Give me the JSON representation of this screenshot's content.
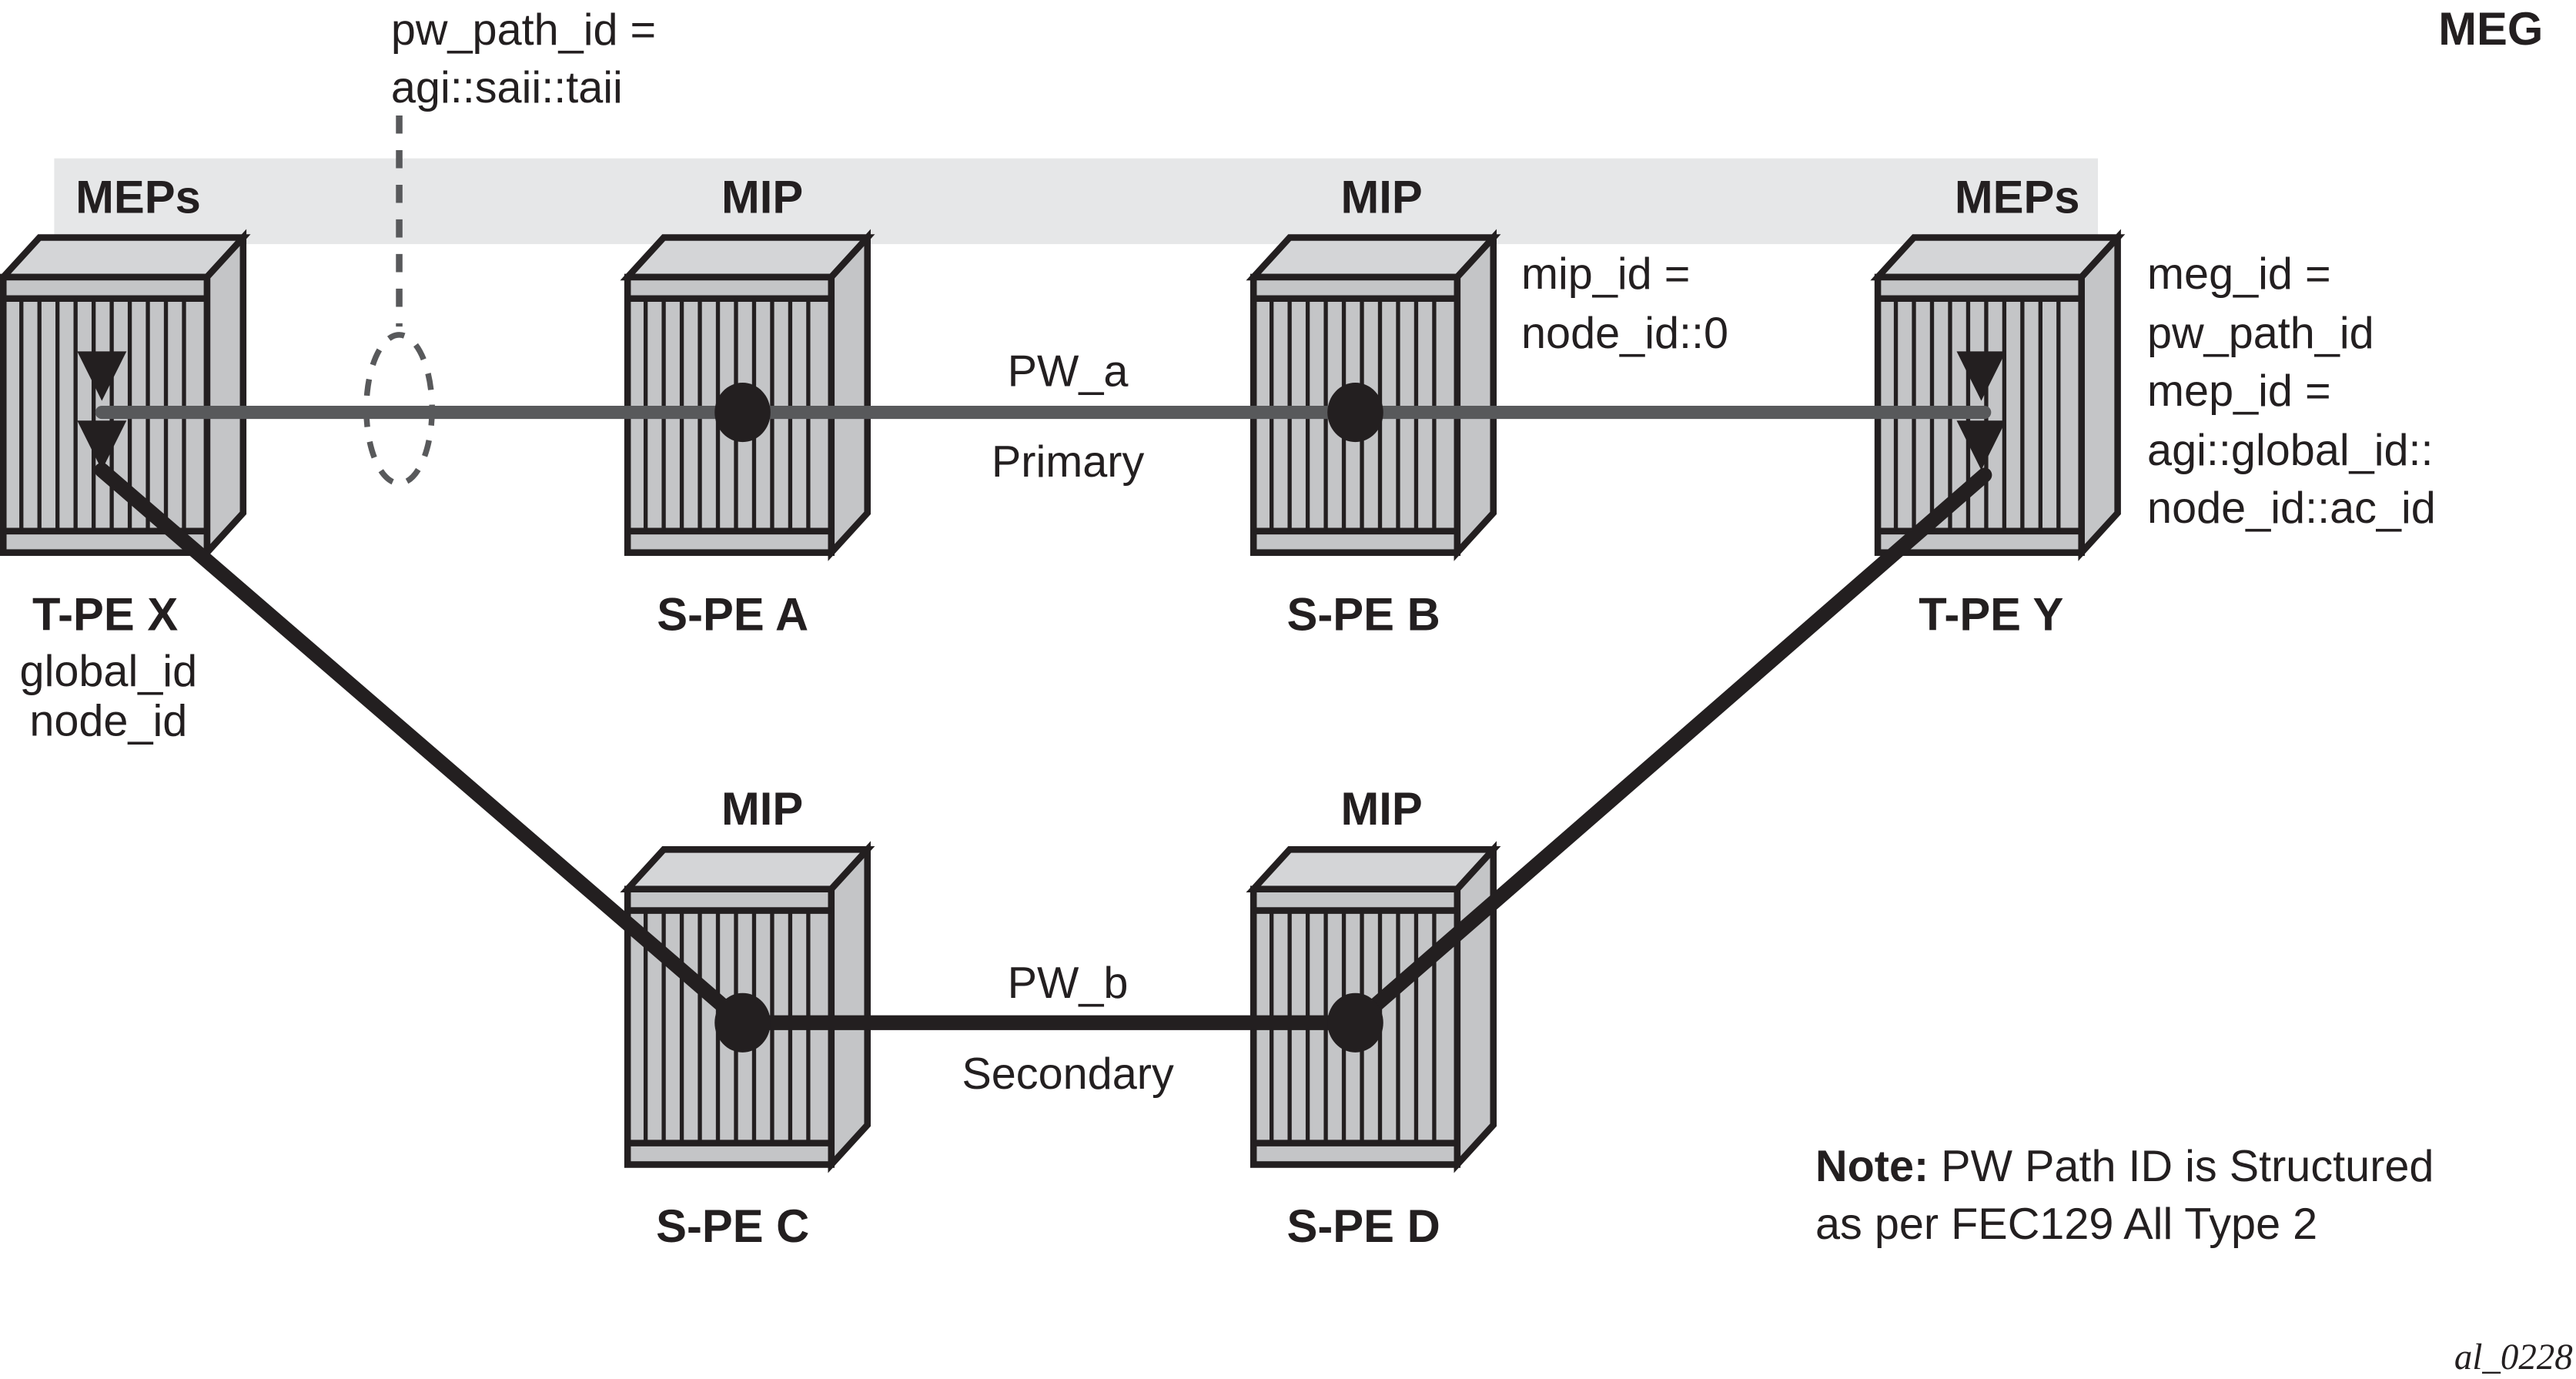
{
  "title": "MEG",
  "band": {
    "left_label": "MEPs",
    "right_label": "MEPs",
    "fill": "#e6e7e8"
  },
  "colors": {
    "primary_path": "#58595b",
    "secondary_path": "#231f20",
    "device_fill": "#c4c5c7",
    "device_top": "#d4d5d7",
    "outline": "#231f20",
    "dashed": "#58595b"
  },
  "callouts": {
    "pw_path_id": [
      "pw_path_id =",
      "agi::saii::taii"
    ],
    "mip_id": [
      "mip_id =",
      "node_id::0"
    ],
    "meg_mep": [
      "meg_id =",
      "pw_path_id",
      "mep_id =",
      "agi::global_id::",
      "node_id::ac_id"
    ]
  },
  "nodes": [
    {
      "id": "tpe-x",
      "name": "T-PE X",
      "role": "MEPs",
      "sub": [
        "global_id",
        "node_id"
      ]
    },
    {
      "id": "spe-a",
      "name": "S-PE A",
      "role": "MIP",
      "sub": []
    },
    {
      "id": "spe-b",
      "name": "S-PE B",
      "role": "MIP",
      "sub": []
    },
    {
      "id": "tpe-y",
      "name": "T-PE Y",
      "role": "MEPs",
      "sub": []
    },
    {
      "id": "spe-c",
      "name": "S-PE C",
      "role": "MIP",
      "sub": []
    },
    {
      "id": "spe-d",
      "name": "S-PE D",
      "role": "MIP",
      "sub": []
    }
  ],
  "paths": [
    {
      "id": "pw_a",
      "name": "PW_a",
      "role": "Primary"
    },
    {
      "id": "pw_b",
      "name": "PW_b",
      "role": "Secondary"
    }
  ],
  "note": {
    "bold": "Note:",
    "line1": " PW Path ID is Structured",
    "line2": "as per FEC129 All Type 2"
  },
  "figure_id": "al_0228"
}
